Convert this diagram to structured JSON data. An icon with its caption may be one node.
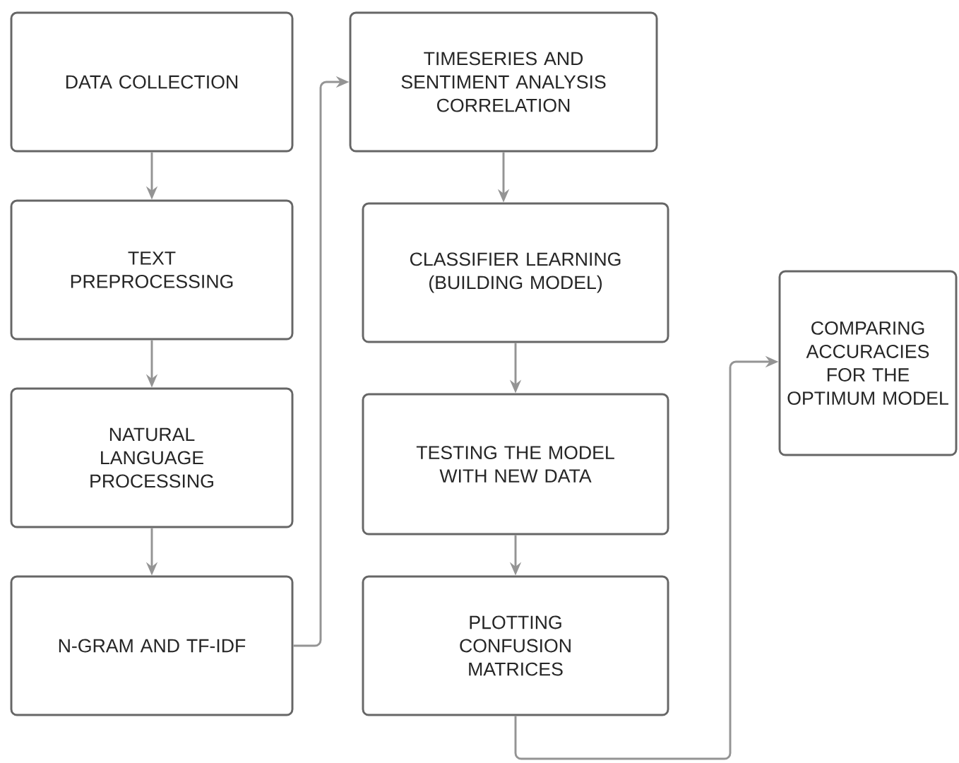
{
  "diagram": {
    "nodes": [
      {
        "text": [
          "DATA COLLECTION"
        ]
      },
      {
        "text": [
          "TEXT PREPROCESSING"
        ]
      },
      {
        "text": [
          "NATURAL LANGUAGE PROCESSING"
        ]
      },
      {
        "text": [
          "N-GRAM AND TF-IDF"
        ]
      },
      {
        "text": [
          "TIMESERIES AND SENTIMENT ANALYSIS CORRELATION"
        ]
      },
      {
        "text": [
          "CLASSIFIER LEARNING (BUILDING MODEL)"
        ]
      },
      {
        "text": [
          "TESTING THE MODEL WITH NEW DATA"
        ]
      },
      {
        "text": [
          "PLOTTING CONFUSION MATRICES"
        ]
      },
      {
        "text": [
          "COMPARING ACCURACIES FOR THE OPTIMUM MODEL"
        ]
      }
    ],
    "edges": [
      {
        "from": 0,
        "to": 1,
        "arrow": "to"
      },
      {
        "from": 1,
        "to": 2,
        "arrow": "to"
      },
      {
        "from": 2,
        "to": 3,
        "arrow": "to"
      },
      {
        "from": 3,
        "to": 4,
        "arrow": "to"
      },
      {
        "from": 4,
        "to": 5,
        "arrow": "to"
      },
      {
        "from": 5,
        "to": 6,
        "arrow": "to"
      },
      {
        "from": 6,
        "to": 7,
        "arrow": "to"
      },
      {
        "from": 7,
        "to": 8,
        "arrow": "to"
      }
    ]
  }
}
